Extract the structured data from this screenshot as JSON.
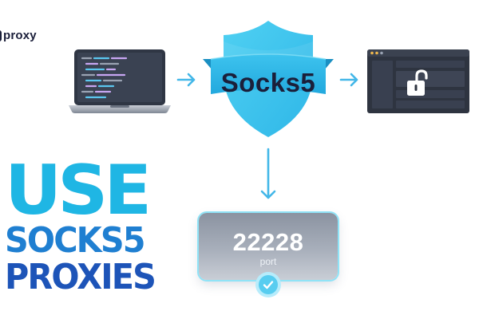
{
  "logo": {
    "text": "proxy"
  },
  "shield": {
    "label": "Socks5"
  },
  "headline": {
    "line1": "USE",
    "line2": "SOCKS5",
    "line3": "PROXIES"
  },
  "port_card": {
    "number": "22228",
    "label": "port"
  },
  "colors": {
    "accent_cyan": "#1fb6e4",
    "shield_blue": "#3cc6ee",
    "shield_band": "#29b6e6",
    "headline_blue": "#1f7fd1",
    "headline_dark": "#1d54b8",
    "arrow": "#43b7e8",
    "device_dark": "#323947"
  },
  "icons": [
    "laptop-code-icon",
    "shield-icon",
    "browser-window-icon",
    "padlock-open-icon",
    "check-icon",
    "arrow-right-icon",
    "arrow-down-icon"
  ]
}
